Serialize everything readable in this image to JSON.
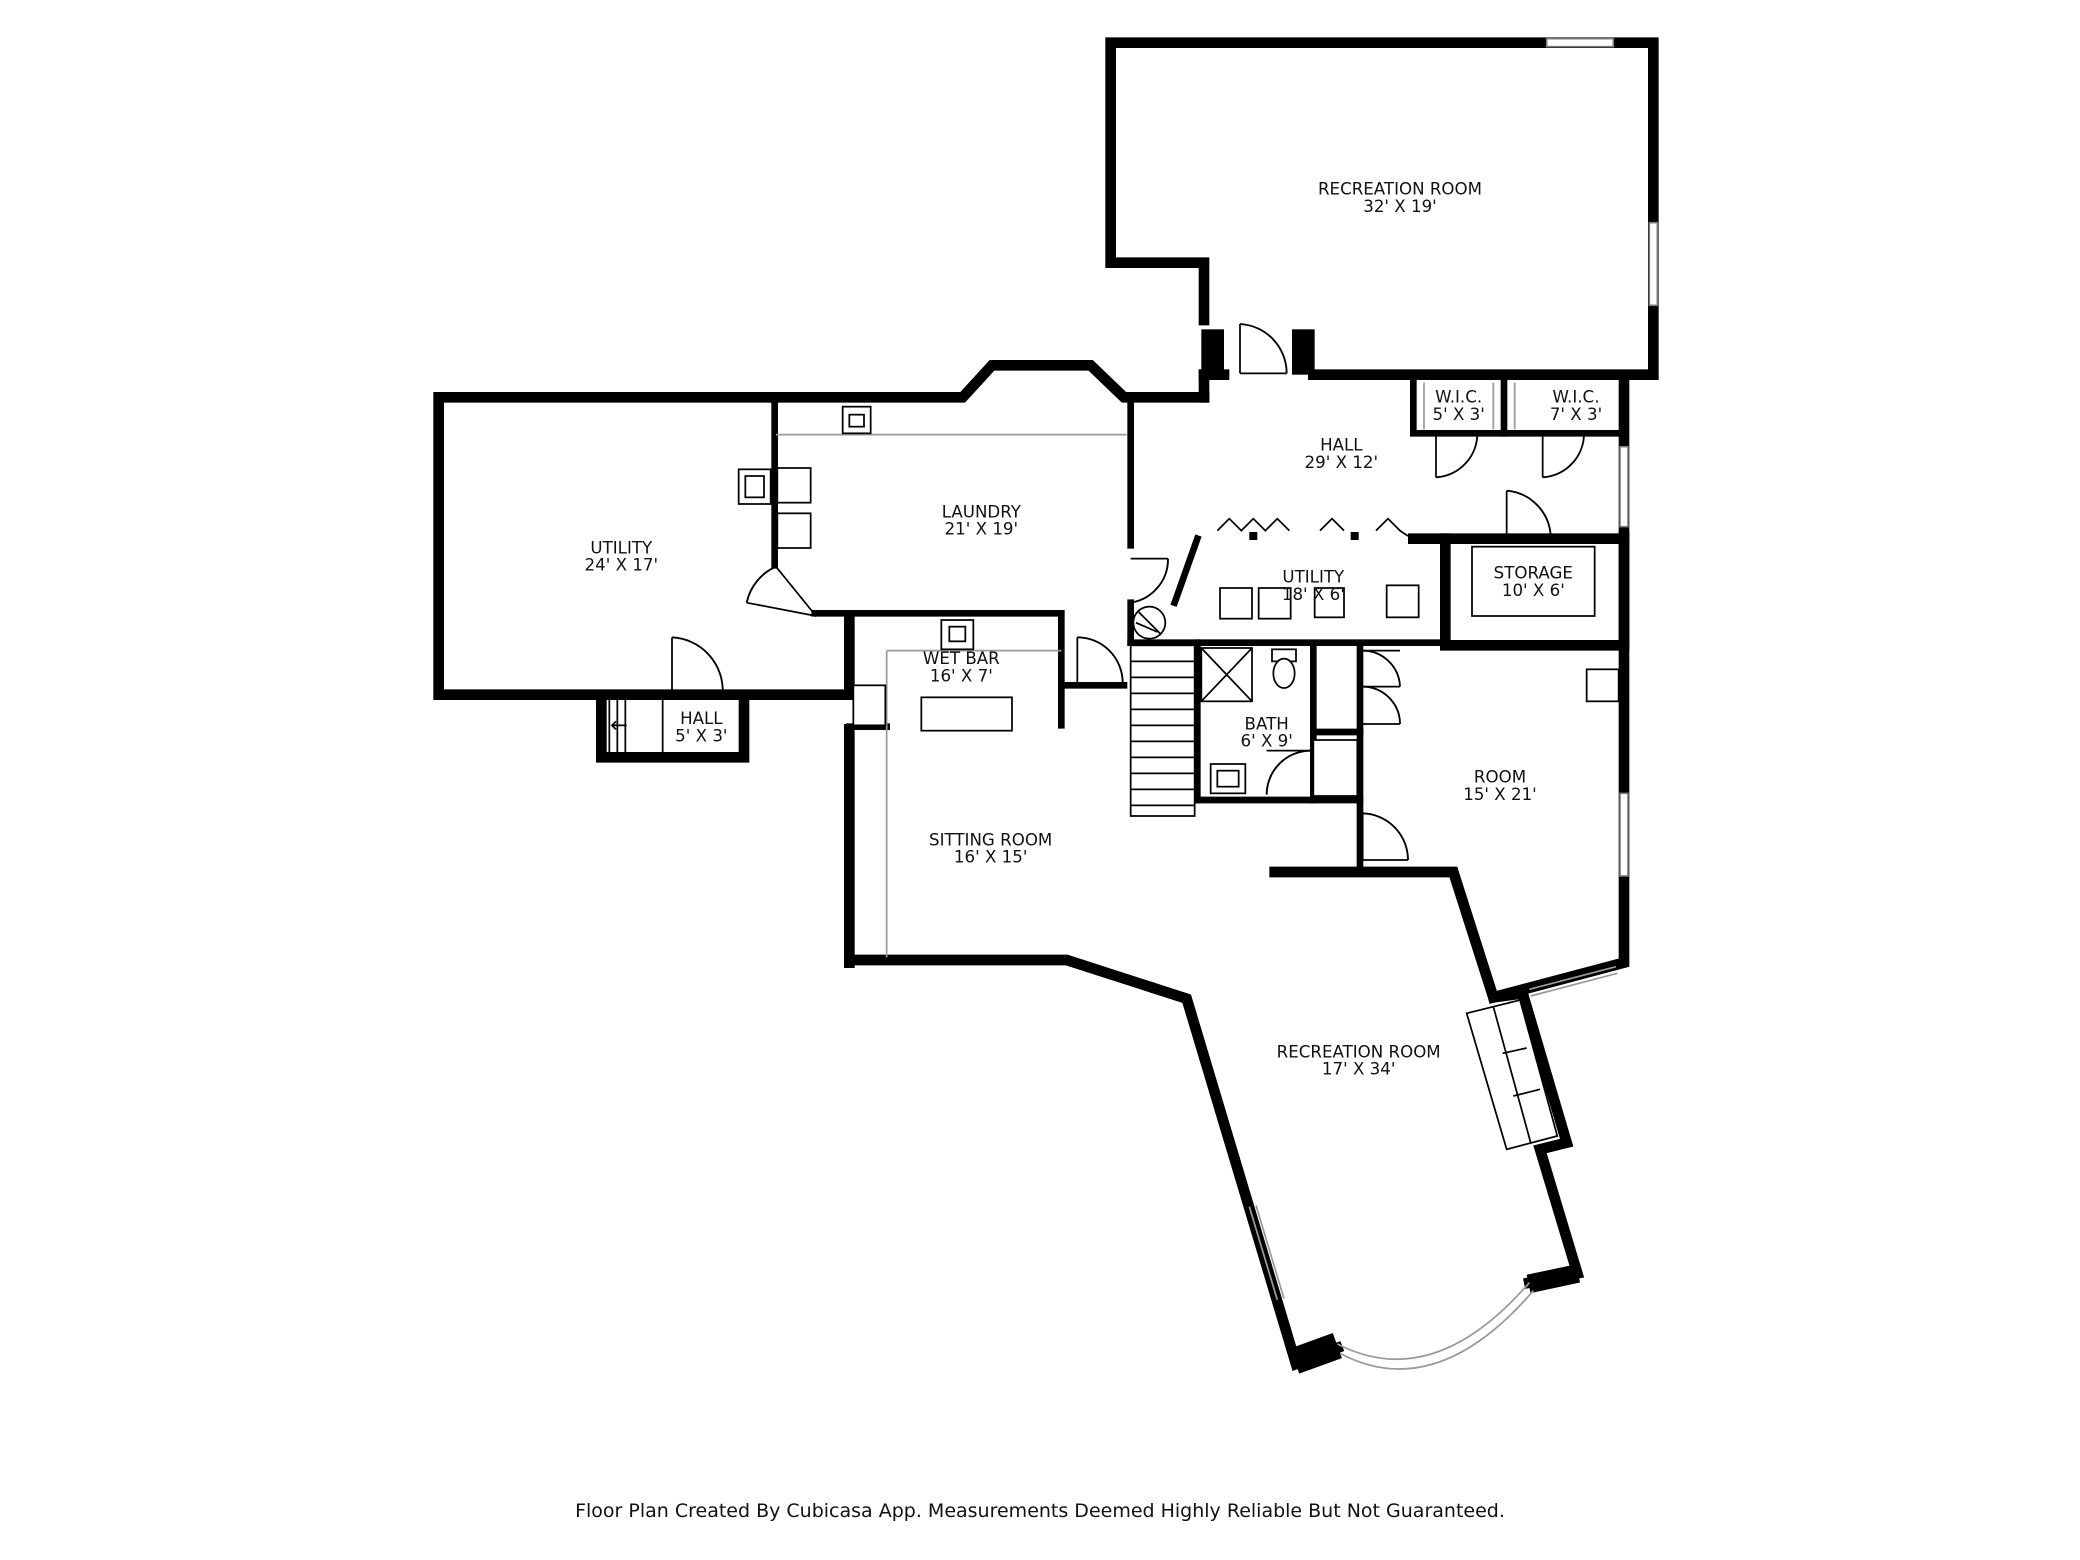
{
  "rooms": {
    "recreation_top": {
      "name": "RECREATION ROOM",
      "dims": "32' X 19'"
    },
    "utility_left": {
      "name": "UTILITY",
      "dims": "24' X 17'"
    },
    "laundry": {
      "name": "LAUNDRY",
      "dims": "21' X 19'"
    },
    "hall_main": {
      "name": "HALL",
      "dims": "29' X 12'"
    },
    "wic_1": {
      "name": "W.I.C.",
      "dims": "5' X 3'"
    },
    "wic_2": {
      "name": "W.I.C.",
      "dims": "7' X 3'"
    },
    "utility_mid": {
      "name": "UTILITY",
      "dims": "18' X 6'"
    },
    "storage": {
      "name": "STORAGE",
      "dims": "10' X 6'"
    },
    "wet_bar": {
      "name": "WET BAR",
      "dims": "16' X 7'"
    },
    "hall_small": {
      "name": "HALL",
      "dims": "5' X 3'"
    },
    "bath": {
      "name": "BATH",
      "dims": "6' X 9'"
    },
    "room": {
      "name": "ROOM",
      "dims": "15' X 21'"
    },
    "sitting_room": {
      "name": "SITTING ROOM",
      "dims": "16' X 15'"
    },
    "recreation_bottom": {
      "name": "RECREATION ROOM",
      "dims": "17' X 34'"
    }
  },
  "footer": {
    "note": "Floor Plan Created By Cubicasa App. Measurements Deemed Highly Reliable But Not Guaranteed."
  }
}
